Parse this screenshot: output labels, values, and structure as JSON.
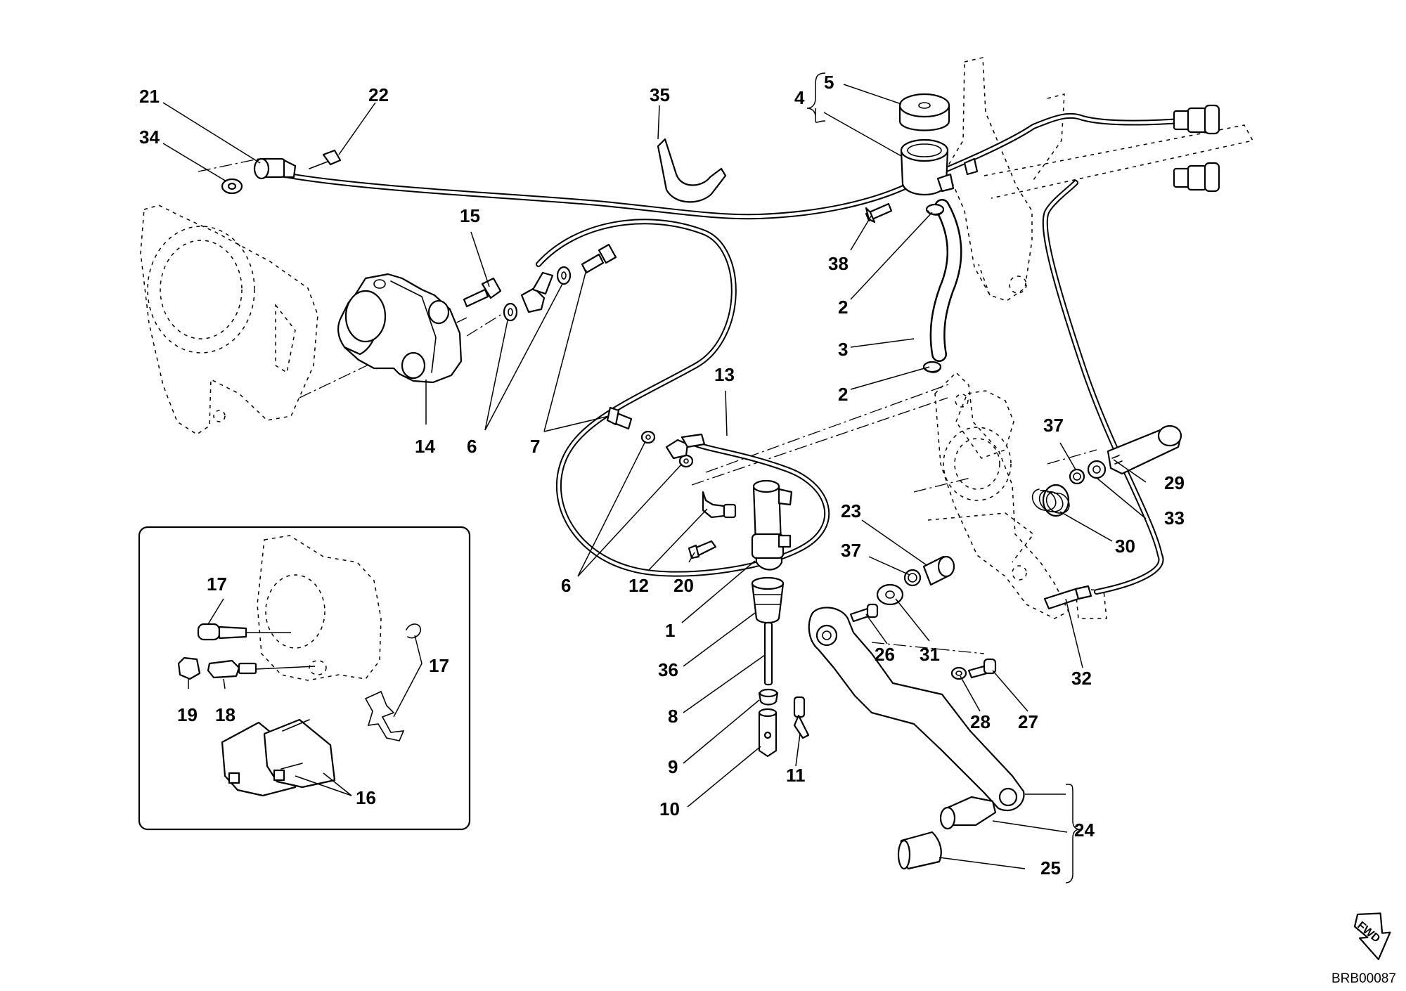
{
  "callouts": [
    {
      "id": "c21",
      "label": "21"
    },
    {
      "id": "c22",
      "label": "22"
    },
    {
      "id": "c34",
      "label": "34"
    },
    {
      "id": "c35",
      "label": "35"
    },
    {
      "id": "c4",
      "label": "4"
    },
    {
      "id": "c5",
      "label": "5"
    },
    {
      "id": "c15",
      "label": "15"
    },
    {
      "id": "c38",
      "label": "38"
    },
    {
      "id": "c2a",
      "label": "2"
    },
    {
      "id": "c3",
      "label": "3"
    },
    {
      "id": "c2b",
      "label": "2"
    },
    {
      "id": "c13",
      "label": "13"
    },
    {
      "id": "c14",
      "label": "14"
    },
    {
      "id": "c6a",
      "label": "6"
    },
    {
      "id": "c7",
      "label": "7"
    },
    {
      "id": "c37a",
      "label": "37"
    },
    {
      "id": "c29",
      "label": "29"
    },
    {
      "id": "c33",
      "label": "33"
    },
    {
      "id": "c30",
      "label": "30"
    },
    {
      "id": "c23",
      "label": "23"
    },
    {
      "id": "c37b",
      "label": "37"
    },
    {
      "id": "c6b",
      "label": "6"
    },
    {
      "id": "c12",
      "label": "12"
    },
    {
      "id": "c20",
      "label": "20"
    },
    {
      "id": "c1",
      "label": "1"
    },
    {
      "id": "c26",
      "label": "26"
    },
    {
      "id": "c31",
      "label": "31"
    },
    {
      "id": "c32",
      "label": "32"
    },
    {
      "id": "c36",
      "label": "36"
    },
    {
      "id": "c8",
      "label": "8"
    },
    {
      "id": "c28",
      "label": "28"
    },
    {
      "id": "c27",
      "label": "27"
    },
    {
      "id": "c9",
      "label": "9"
    },
    {
      "id": "c11",
      "label": "11"
    },
    {
      "id": "c10",
      "label": "10"
    },
    {
      "id": "c24",
      "label": "24"
    },
    {
      "id": "c25",
      "label": "25"
    },
    {
      "id": "c17a",
      "label": "17"
    },
    {
      "id": "c17b",
      "label": "17"
    },
    {
      "id": "c19",
      "label": "19"
    },
    {
      "id": "c18",
      "label": "18"
    },
    {
      "id": "c16",
      "label": "16"
    }
  ],
  "fwd_badge": "FWD",
  "drawing_code": "BRB00087"
}
